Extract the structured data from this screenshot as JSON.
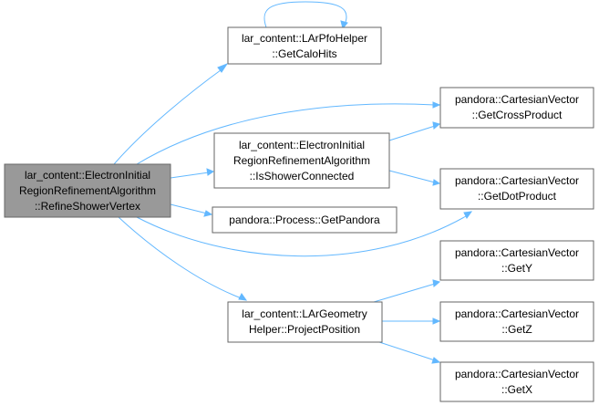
{
  "graph": {
    "nodes": {
      "root": {
        "line1": "lar_content::ElectronInitial",
        "line2": "RegionRefinementAlgorithm",
        "line3": "::RefineShowerVertex"
      },
      "get_calo_hits": {
        "line1": "lar_content::LArPfoHelper",
        "line2": "::GetCaloHits"
      },
      "is_shower_connected": {
        "line1": "lar_content::ElectronInitial",
        "line2": "RegionRefinementAlgorithm",
        "line3": "::IsShowerConnected"
      },
      "get_pandora": {
        "line1": "pandora::Process::GetPandora"
      },
      "project_position": {
        "line1": "lar_content::LArGeometry",
        "line2": "Helper::ProjectPosition"
      },
      "get_cross_product": {
        "line1": "pandora::CartesianVector",
        "line2": "::GetCrossProduct"
      },
      "get_dot_product": {
        "line1": "pandora::CartesianVector",
        "line2": "::GetDotProduct"
      },
      "get_y": {
        "line1": "pandora::CartesianVector",
        "line2": "::GetY"
      },
      "get_z": {
        "line1": "pandora::CartesianVector",
        "line2": "::GetZ"
      },
      "get_x": {
        "line1": "pandora::CartesianVector",
        "line2": "::GetX"
      }
    },
    "colors": {
      "edge": "#63b8ff",
      "root_fill": "#999999",
      "node_fill": "#ffffff",
      "node_border": "#666666"
    }
  }
}
